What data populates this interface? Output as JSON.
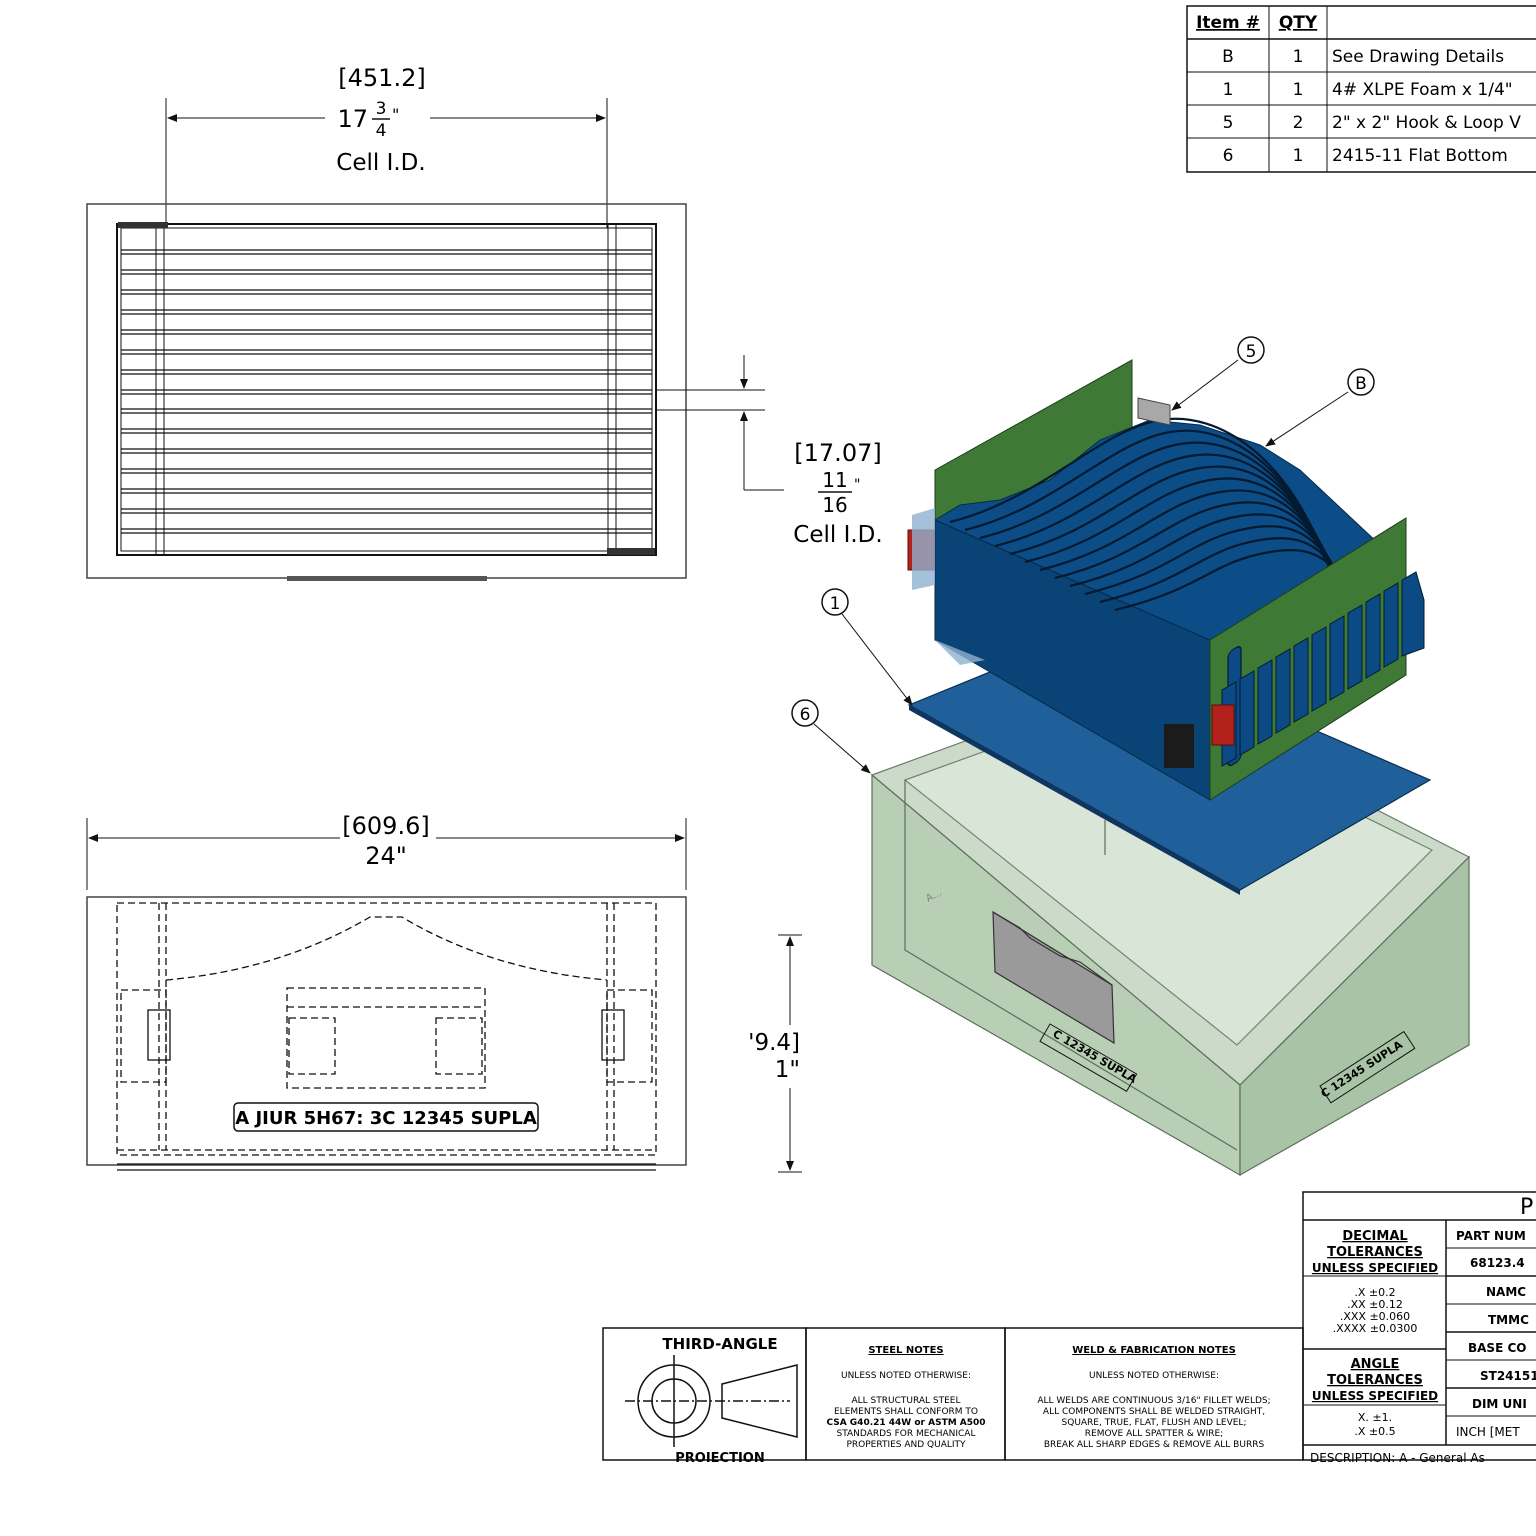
{
  "bom": {
    "headers": [
      "Item #",
      "QTY",
      ""
    ],
    "rows": [
      {
        "item": "B",
        "qty": "1",
        "desc": "See Drawing Details"
      },
      {
        "item": "1",
        "qty": "1",
        "desc": "4# XLPE Foam x 1/4\""
      },
      {
        "item": "5",
        "qty": "2",
        "desc": "2\" x 2\" Hook & Loop V"
      },
      {
        "item": "6",
        "qty": "1",
        "desc": "2415-11 Flat Bottom"
      }
    ]
  },
  "top_view": {
    "width_metric": "[451.2]",
    "width_whole": "17",
    "width_num": "3",
    "width_den": "4",
    "width_label": "Cell I.D.",
    "cell_metric": "[17.07]",
    "cell_num": "11",
    "cell_den": "16",
    "cell_label": "Cell I.D."
  },
  "front_view": {
    "length_metric": "[609.6]",
    "length_imperial": "24\"",
    "height_metric": "'9.4]",
    "height_imperial": "1\"",
    "label_text": "A JIUR 5H67: 3C 12345 SUPLA"
  },
  "iso_view": {
    "balloons": [
      "5",
      "B",
      "1",
      "6"
    ],
    "box_label_1": "C 12345 SUPLA",
    "box_label_2": "C 12345 SUPLA",
    "side_text": "A..."
  },
  "title_block": {
    "projection_top": "THIRD-ANGLE",
    "projection_bottom": "PROJECTION",
    "steel_title": "STEEL NOTES",
    "steel_unless": "UNLESS NOTED OTHERWISE:",
    "steel_lines": [
      "ALL STRUCTURAL STEEL",
      "ELEMENTS SHALL CONFORM TO",
      "CSA G40.21 44W or ASTM A500",
      "STANDARDS FOR MECHANICAL",
      "PROPERTIES AND QUALITY"
    ],
    "weld_title": "WELD & FABRICATION NOTES",
    "weld_unless": "UNLESS NOTED OTHERWISE:",
    "weld_lines": [
      "ALL WELDS ARE CONTINUOUS 3/16\" FILLET WELDS;",
      "ALL COMPONENTS SHALL BE WELDED STRAIGHT,",
      "SQUARE, TRUE, FLAT, FLUSH AND LEVEL;",
      "REMOVE ALL SPATTER & WIRE;",
      "BREAK ALL SHARP EDGES & REMOVE ALL BURRS"
    ],
    "dec_title": [
      "DECIMAL",
      "TOLERANCES",
      "UNLESS SPECIFIED"
    ],
    "dec_lines": [
      ".X   ±0.2",
      ".XX   ±0.12",
      ".XXX  ±0.060",
      ".XXXX  ±0.0300"
    ],
    "ang_title": [
      "ANGLE",
      "TOLERANCES",
      "UNLESS SPECIFIED"
    ],
    "ang_lines": [
      "X.   ±1.",
      ".X   ±0.5"
    ],
    "right_header": "P",
    "right_cells": [
      "PART NUM",
      "68123.4",
      "NAMC",
      "TMMC",
      "BASE CO",
      "ST24151",
      "DIM UNI",
      "INCH [MET"
    ],
    "description": "DESCRIPTION: A - General As"
  }
}
